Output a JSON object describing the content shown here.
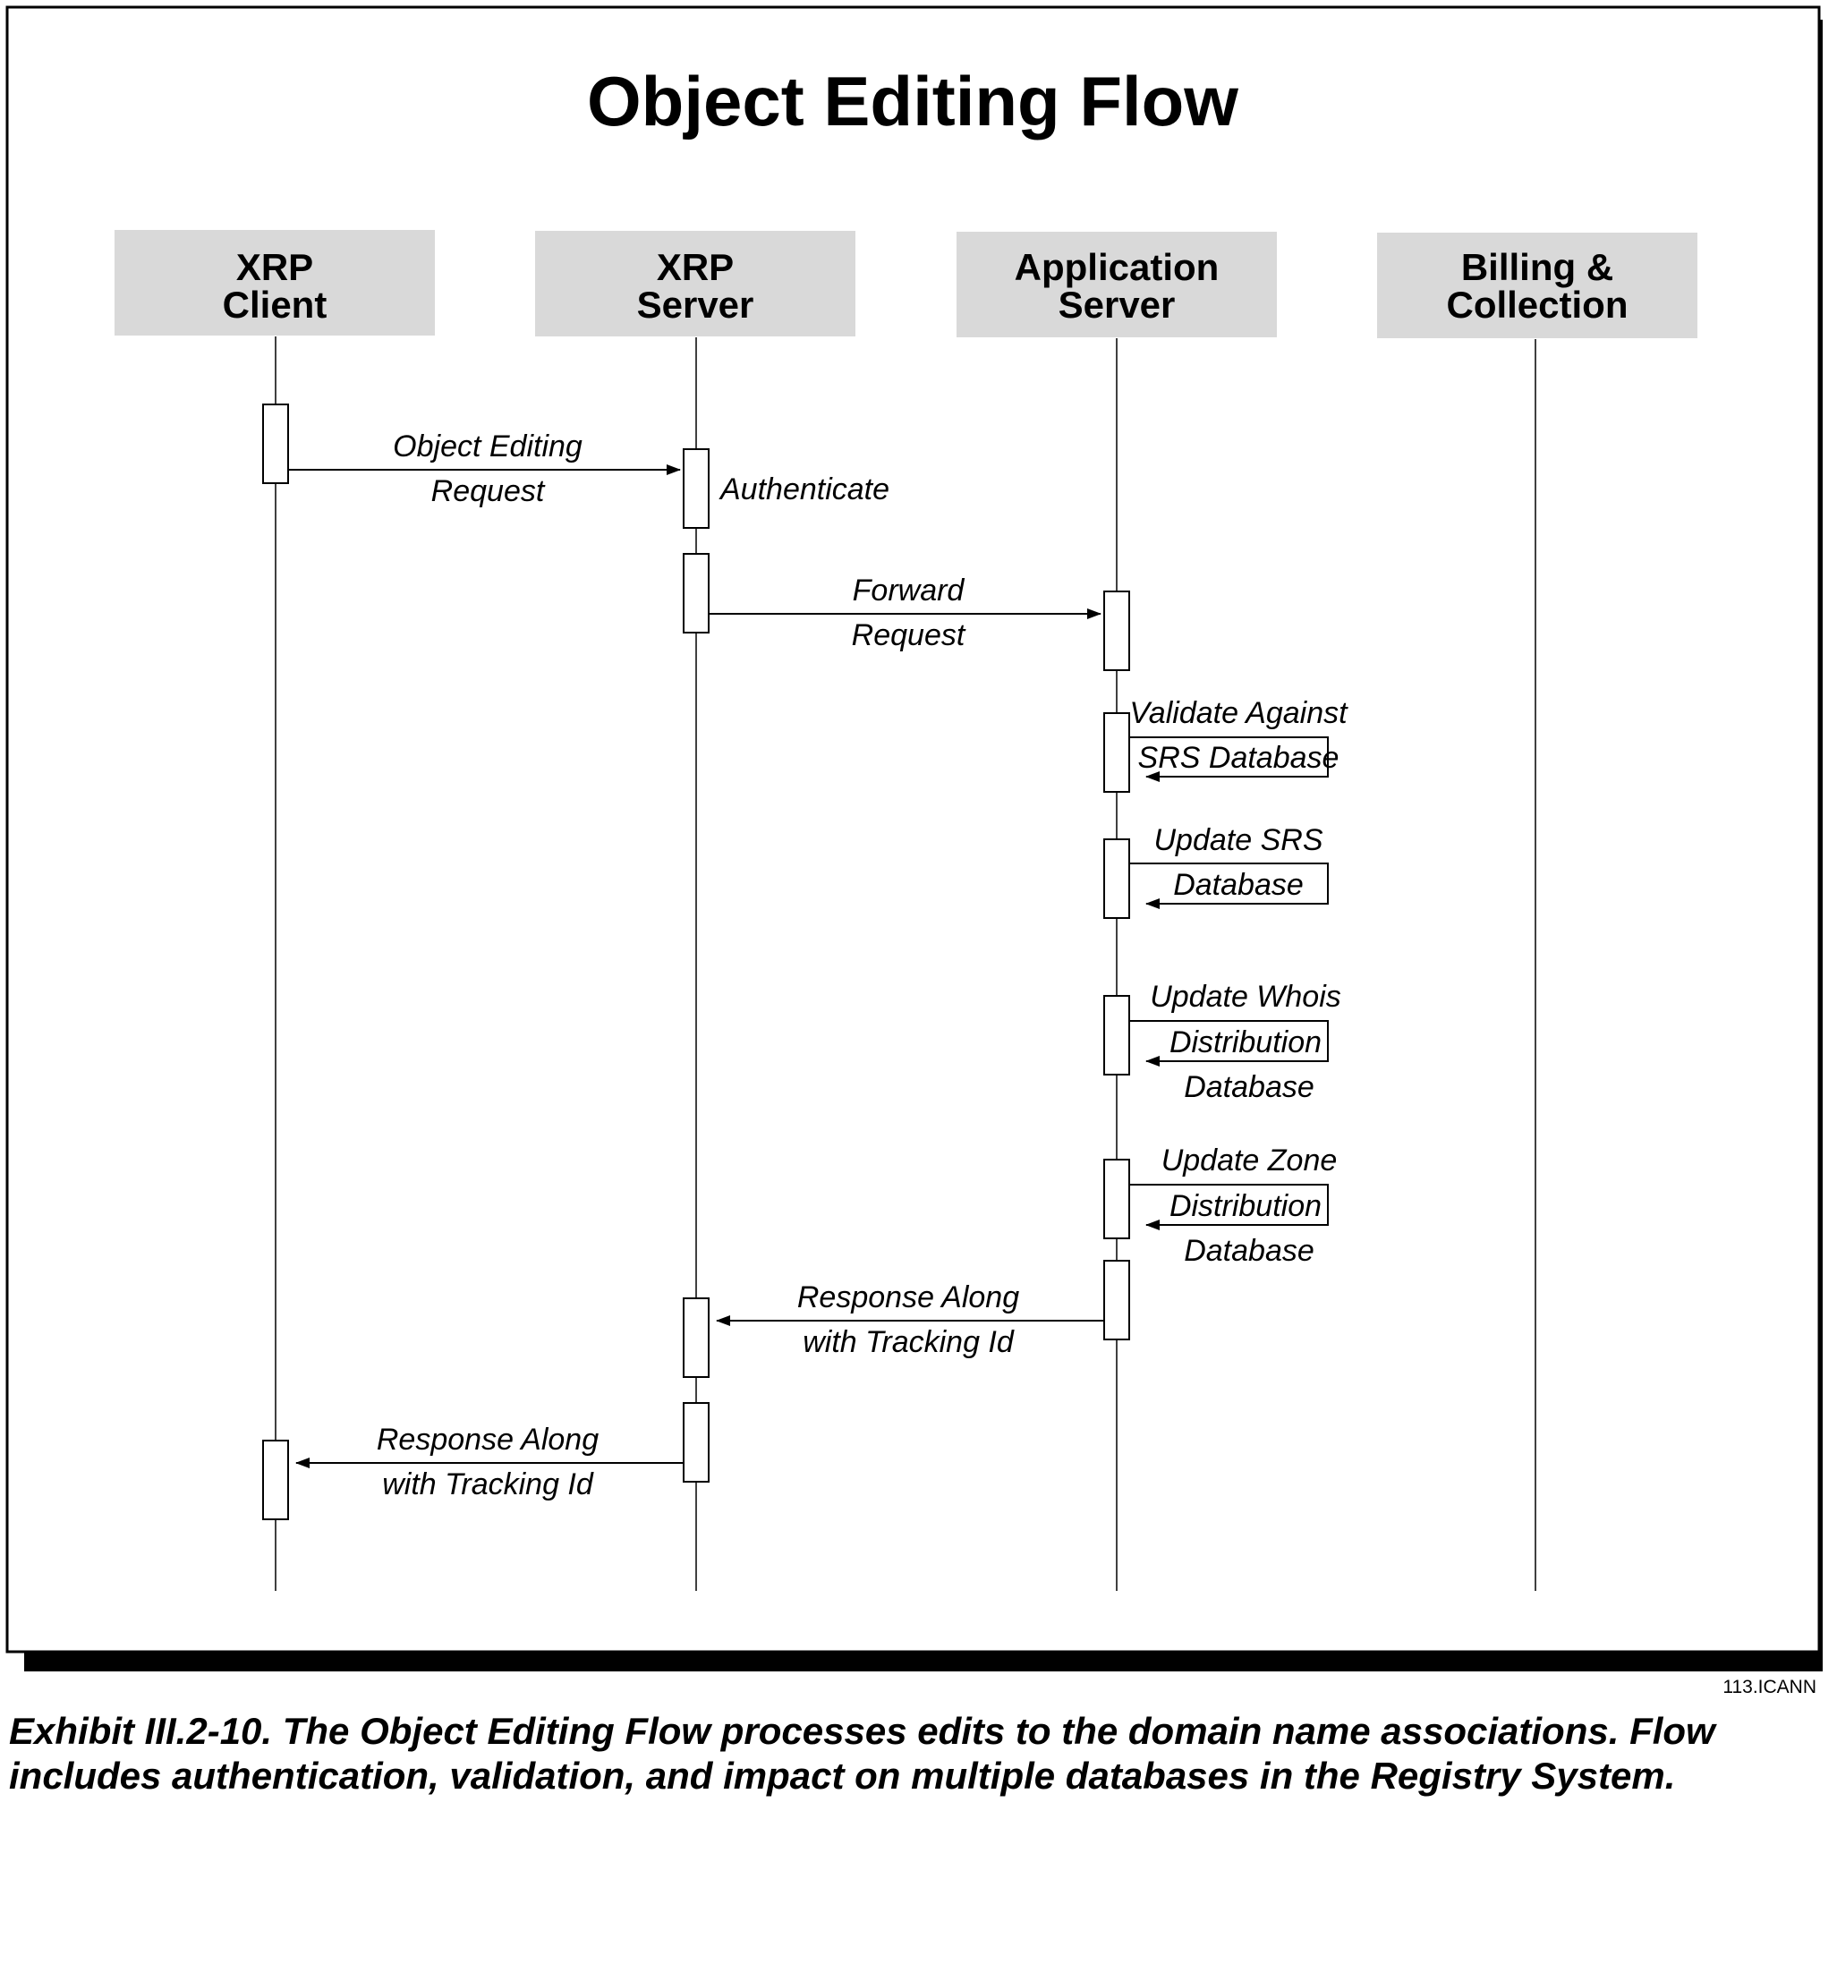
{
  "title": "Object Editing Flow",
  "lanes": [
    {
      "name": "XRP",
      "name2": "Client"
    },
    {
      "name": "XRP",
      "name2": "Server"
    },
    {
      "name": "Application",
      "name2": "Server"
    },
    {
      "name": "Billing &",
      "name2": "Collection"
    }
  ],
  "messages": {
    "object_editing_request": [
      "Object Editing",
      "Request"
    ],
    "authenticate": [
      "Authenticate"
    ],
    "forward_request": [
      "Forward",
      "Request"
    ],
    "validate": [
      "Validate Against",
      "SRS Database"
    ],
    "update_srs": [
      "Update SRS",
      "Database"
    ],
    "update_whois": [
      "Update Whois",
      "Distribution",
      "Database"
    ],
    "update_zone": [
      "Update Zone",
      "Distribution",
      "Database"
    ],
    "response_to_xrp_server": [
      "Response Along",
      "with Tracking Id"
    ],
    "response_to_client": [
      "Response Along",
      "with Tracking Id"
    ]
  },
  "reference_code": "113.ICANN",
  "caption": "Exhibit III.2-10. The Object Editing Flow processes edits to the domain name associations. Flow includes authentication, validation, and impact on multiple databases in the Registry System."
}
